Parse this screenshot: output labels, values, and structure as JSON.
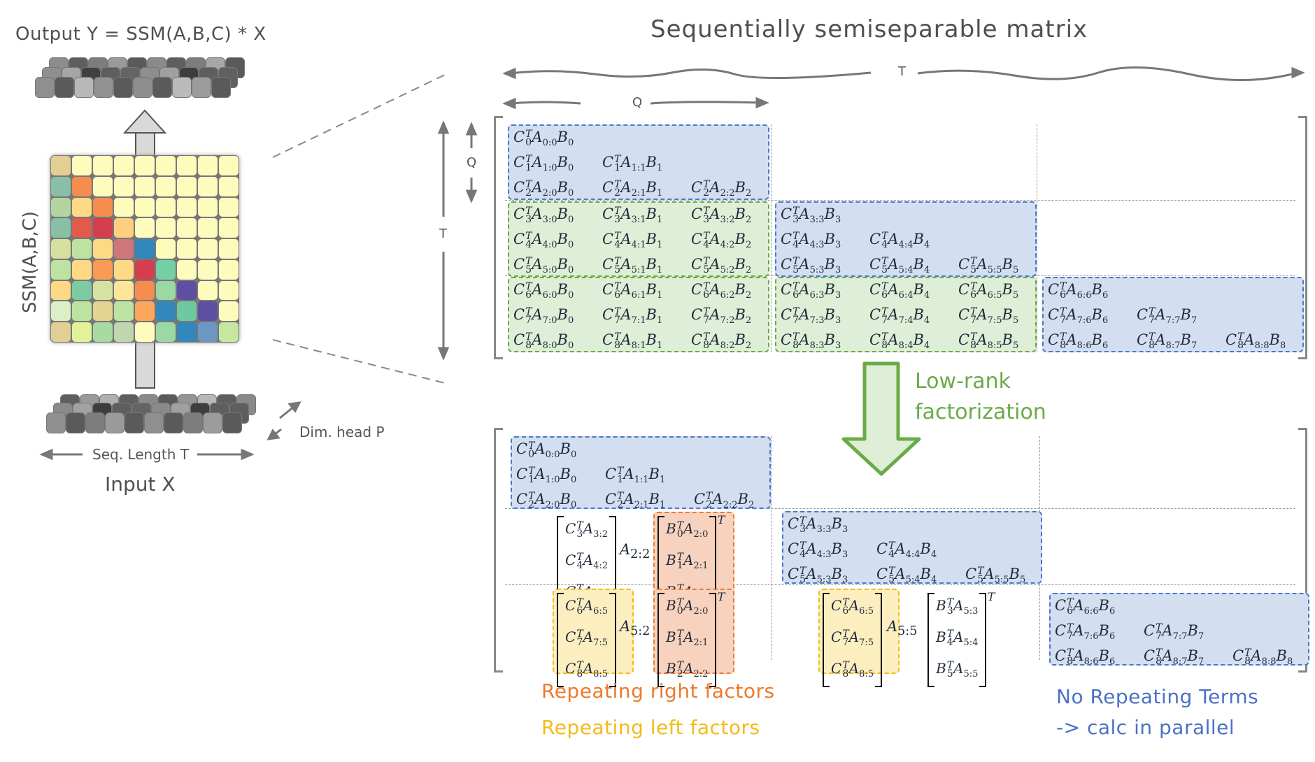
{
  "left_panel": {
    "output_label": "Output Y = SSM(A,B,C) * X",
    "ssm_label": "SSM(A,B,C)",
    "input_label": "Input X",
    "seq_length_label": "Seq. Length T",
    "dim_head_label": "Dim. head P",
    "heatmap": {
      "rows": 9,
      "cols": 9,
      "colors": [
        [
          "#e3cf94",
          "#fefcbd",
          "#fefcbd",
          "#fefcbd",
          "#fefcbd",
          "#fefcbd",
          "#fefcbd",
          "#fefcbd",
          "#fefcbd"
        ],
        [
          "#88bfa6",
          "#f68c4e",
          "#fefcbd",
          "#fefcbd",
          "#fefcbd",
          "#fefcbd",
          "#fefcbd",
          "#fefcbd",
          "#fefcbd"
        ],
        [
          "#b3d4a0",
          "#fed985",
          "#f68c4e",
          "#fefcbd",
          "#fefcbd",
          "#fefcbd",
          "#fefcbd",
          "#fefcbd",
          "#fefcbd"
        ],
        [
          "#88bfa6",
          "#e05b4b",
          "#d53e4f",
          "#fdcf7f",
          "#fefcbd",
          "#fefcbd",
          "#fefcbd",
          "#fefcbd",
          "#fefcbd"
        ],
        [
          "#d6df9f",
          "#bde3a2",
          "#fed985",
          "#cf757c",
          "#3288bd",
          "#fefcbd",
          "#fefcbd",
          "#fefcbd",
          "#fefcbd"
        ],
        [
          "#bde3a2",
          "#fed985",
          "#f79b55",
          "#fed985",
          "#d53e4f",
          "#74cfa5",
          "#fefcbd",
          "#fefcbd",
          "#fefcbd"
        ],
        [
          "#fed985",
          "#7ecba3",
          "#d6e3a0",
          "#fae598",
          "#f68c4e",
          "#9ad8a4",
          "#5e4fa2",
          "#fefcbd",
          "#fefcbd"
        ],
        [
          "#dcefc6",
          "#bde3a2",
          "#e5d392",
          "#bde3a2",
          "#fca75c",
          "#3288bd",
          "#6ec9a2",
          "#5e4fa2",
          "#fefcbd"
        ],
        [
          "#e3cf94",
          "#e1f29a",
          "#a8daa3",
          "#c0d6ae",
          "#fefcbd",
          "#9ad8a4",
          "#3288bd",
          "#6c99c2",
          "#c6e7a0"
        ]
      ]
    },
    "output_tokens": [
      [
        "#8c8c8c",
        "#5e5e5e",
        "#7d7d7d",
        "#9a9a9a",
        "#5a5a5a",
        "#8a8a8a",
        "#5e5e5e",
        "#7d7d7d",
        "#a7a7a7",
        "#5a5a5a"
      ],
      [
        "#8f8f8f",
        "#a5a5a5",
        "#404040",
        "#5e5e5e",
        "#646464",
        "#8e8e8e",
        "#a0a0a0",
        "#3d3d3d",
        "#5e5e5e",
        "#606060"
      ],
      [
        "#8f8f8f",
        "#5a5a5a",
        "#b8b8b8",
        "#929292",
        "#5a5a5a",
        "#8e8e8e",
        "#5a5a5a",
        "#bababa",
        "#9c9c9c",
        "#5a5a5a"
      ]
    ],
    "input_tokens": [
      [
        "#5e5e5e",
        "#9a9a9a",
        "#b0b0b0",
        "#5e5e5e",
        "#8a8a8a",
        "#5a5a5a",
        "#959595",
        "#b8b8b8",
        "#5e5e5e",
        "#8a8a8a"
      ],
      [
        "#8a8a8a",
        "#a2a2a2",
        "#3d3d3d",
        "#5e5e5e",
        "#646464",
        "#8a8a8a",
        "#a0a0a0",
        "#3d3d3d",
        "#5e5e5e",
        "#5e5e5e"
      ],
      [
        "#8f8f8f",
        "#5a5a5a",
        "#7d7d7d",
        "#9a9a9a",
        "#5a5a5a",
        "#8f8f8f",
        "#5a5a5a",
        "#7d7d7d",
        "#9c9c9c",
        "#5a5a5a"
      ]
    ]
  },
  "right_panel": {
    "title": "Sequentially semiseparable matrix",
    "dim_T_label": "T",
    "dim_Q_label": "Q",
    "top_matrix": {
      "blocks": [
        {
          "id": "b00",
          "type": "diagonal",
          "color": "blue",
          "rows": [
            [
              "C_0^T A_{0:0} B_0"
            ],
            [
              "C_1^T A_{1:0} B_0",
              "C_1^T A_{1:1} B_1"
            ],
            [
              "C_2^T A_{2:0} B_0",
              "C_2^T A_{2:1} B_1",
              "C_2^T A_{2:2} B_2"
            ]
          ]
        },
        {
          "id": "b10",
          "type": "off-diagonal",
          "color": "green",
          "rows": [
            [
              "C_3^T A_{3:0} B_0",
              "C_3^T A_{3:1} B_1",
              "C_3^T A_{3:2} B_2"
            ],
            [
              "C_4^T A_{4:0} B_0",
              "C_4^T A_{4:1} B_1",
              "C_4^T A_{4:2} B_2"
            ],
            [
              "C_5^T A_{5:0} B_0",
              "C_5^T A_{5:1} B_1",
              "C_5^T A_{5:2} B_2"
            ]
          ]
        },
        {
          "id": "b11",
          "type": "diagonal",
          "color": "blue",
          "rows": [
            [
              "C_3^T A_{3:3} B_3"
            ],
            [
              "C_4^T A_{4:3} B_3",
              "C_4^T A_{4:4} B_4"
            ],
            [
              "C_5^T A_{5:3} B_3",
              "C_5^T A_{5:4} B_4",
              "C_5^T A_{5:5} B_5"
            ]
          ]
        },
        {
          "id": "b20",
          "type": "off-diagonal",
          "color": "green",
          "rows": [
            [
              "C_6^T A_{6:0} B_0",
              "C_6^T A_{6:1} B_1",
              "C_6^T A_{6:2} B_2"
            ],
            [
              "C_7^T A_{7:0} B_0",
              "C_7^T A_{7:1} B_1",
              "C_7^T A_{7:2} B_2"
            ],
            [
              "C_8^T A_{8:0} B_0",
              "C_8^T A_{8:1} B_1",
              "C_8^T A_{8:2} B_2"
            ]
          ]
        },
        {
          "id": "b21",
          "type": "off-diagonal",
          "color": "green",
          "rows": [
            [
              "C_6^T A_{6:3} B_3",
              "C_6^T A_{6:4} B_4",
              "C_6^T A_{6:5} B_5"
            ],
            [
              "C_7^T A_{7:3} B_3",
              "C_7^T A_{7:4} B_4",
              "C_7^T A_{7:5} B_5"
            ],
            [
              "C_8^T A_{8:3} B_3",
              "C_8^T A_{8:4} B_4",
              "C_8^T A_{8:5} B_5"
            ]
          ]
        },
        {
          "id": "b22",
          "type": "diagonal",
          "color": "blue",
          "rows": [
            [
              "C_6^T A_{6:6} B_6"
            ],
            [
              "C_7^T A_{7:6} B_6",
              "C_7^T A_{7:7} B_7"
            ],
            [
              "C_8^T A_{8:6} B_6",
              "C_8^T A_{8:7} B_7",
              "C_8^T A_{8:8} B_8"
            ]
          ]
        }
      ]
    },
    "transition_label_line1": "Low-rank",
    "transition_label_line2": "factorization",
    "bottom_matrix": {
      "diag_blocks": [
        {
          "id": "d00",
          "rows": [
            [
              "C_0^T A_{0:0} B_0"
            ],
            [
              "C_1^T A_{1:0} B_0",
              "C_1^T A_{1:1} B_1"
            ],
            [
              "C_2^T A_{2:0} B_0",
              "C_2^T A_{2:1} B_1",
              "C_2^T A_{2:2} B_2"
            ]
          ]
        },
        {
          "id": "d11",
          "rows": [
            [
              "C_3^T A_{3:3} B_3"
            ],
            [
              "C_4^T A_{4:3} B_3",
              "C_4^T A_{4:4} B_4"
            ],
            [
              "C_5^T A_{5:3} B_3",
              "C_5^T A_{5:4} B_4",
              "C_5^T A_{5:5} B_5"
            ]
          ]
        },
        {
          "id": "d22",
          "rows": [
            [
              "C_6^T A_{6:6} B_6"
            ],
            [
              "C_7^T A_{7:6} B_6",
              "C_7^T A_{7:7} B_7"
            ],
            [
              "C_8^T A_{8:6} B_6",
              "C_8^T A_{8:7} B_7",
              "C_8^T A_{8:8} B_8"
            ]
          ]
        }
      ],
      "factored_blocks": [
        {
          "id": "f10",
          "left": [
            "C_3^T A_{3:2}",
            "C_4^T A_{4:2}",
            "C_5^T A_{5:2}"
          ],
          "left_color": "none",
          "middle": "A_{2:2}",
          "right": [
            "B_0^T A_{2:0}",
            "B_1^T A_{2:1}",
            "B_2^T A_{2:2}"
          ],
          "right_color": "orange",
          "transpose": "T"
        },
        {
          "id": "f20",
          "left": [
            "C_6^T A_{6:5}",
            "C_7^T A_{7:5}",
            "C_8^T A_{8:5}"
          ],
          "left_color": "yellow",
          "middle": "A_{5:2}",
          "right": [
            "B_0^T A_{2:0}",
            "B_1^T A_{2:1}",
            "B_2^T A_{2:2}"
          ],
          "right_color": "orange",
          "transpose": "T"
        },
        {
          "id": "f21",
          "left": [
            "C_6^T A_{6:5}",
            "C_7^T A_{7:5}",
            "C_8^T A_{8:5}"
          ],
          "left_color": "yellow",
          "middle": "A_{5:5}",
          "right": [
            "B_3^T A_{5:3}",
            "B_4^T A_{5:4}",
            "B_5^T A_{5:5}"
          ],
          "right_color": "none",
          "transpose": "T"
        }
      ]
    },
    "legend": {
      "right_factors": "Repeating right factors",
      "left_factors": "Repeating left factors",
      "no_repeat_line1": "No Repeating Terms",
      "no_repeat_line2": "-> calc in parallel"
    },
    "colors": {
      "blue_fill": "#d3dff1",
      "blue_border": "#4a78c8",
      "green_fill": "#dfeed6",
      "green_border": "#6aab47",
      "orange_fill": "#f7d2be",
      "orange_border": "#ec7a2e",
      "yellow_fill": "#fdeec0",
      "yellow_border": "#f4bb16",
      "legend_orange": "#ec7a2e",
      "legend_yellow": "#f4bb16",
      "legend_blue": "#4a72c4",
      "transition_green": "#6aab47"
    }
  }
}
